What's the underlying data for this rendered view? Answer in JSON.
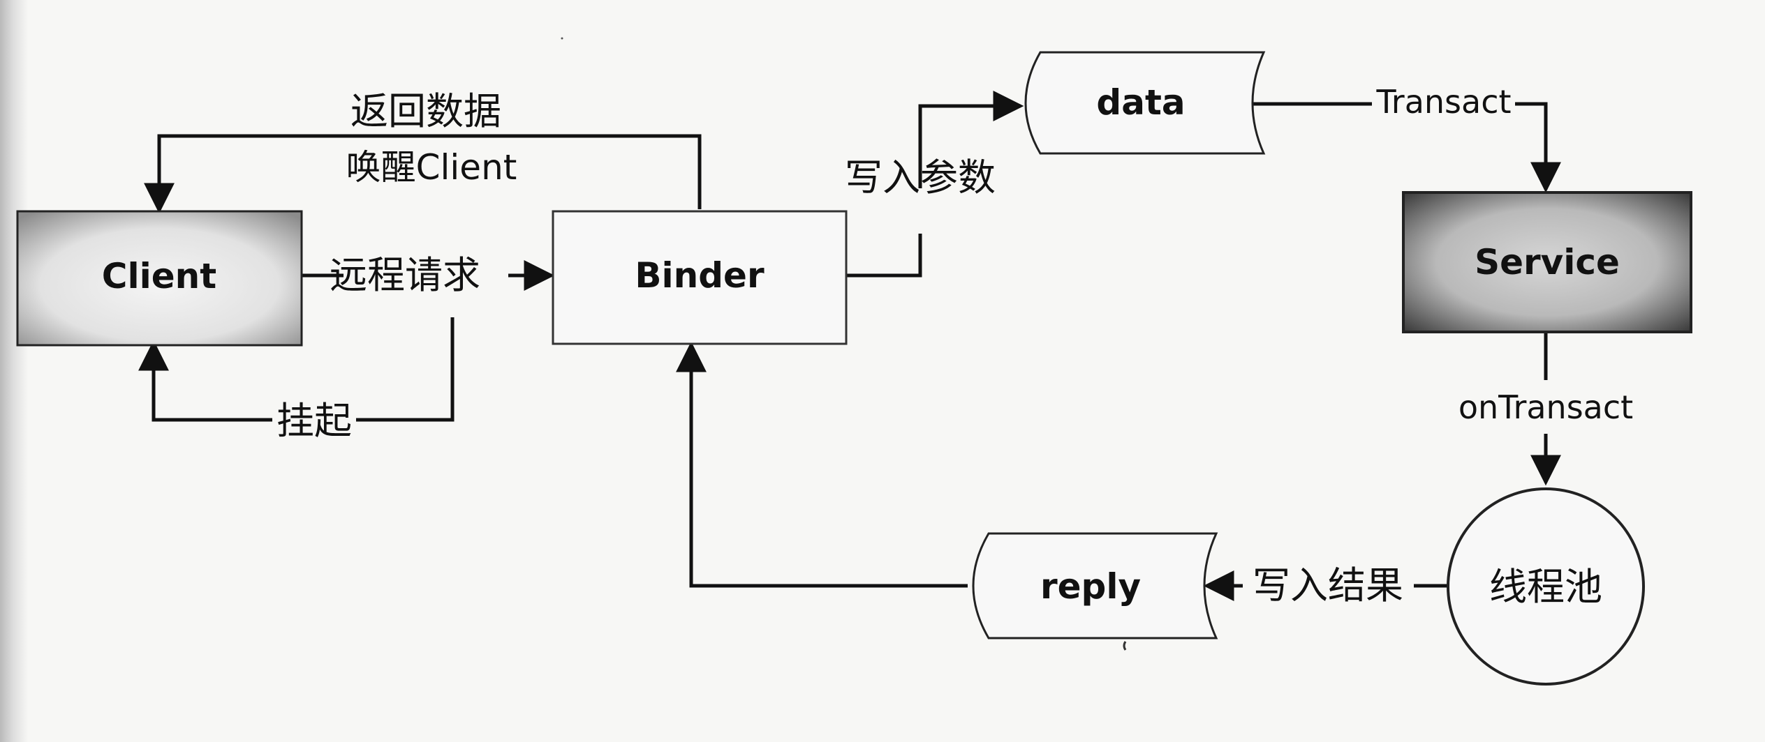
{
  "diagram": {
    "nodes": {
      "client": "Client",
      "binder": "Binder",
      "data": "data",
      "service": "Service",
      "thread_pool": "线程池",
      "reply": "reply"
    },
    "edges": {
      "remote_request": "远程请求",
      "suspend": "挂起",
      "return_data": "返回数据",
      "wake_client": "唤醒Client",
      "write_params": "写入参数",
      "transact": "Transact",
      "on_transact": "onTransact",
      "write_result": "写入结果"
    }
  }
}
